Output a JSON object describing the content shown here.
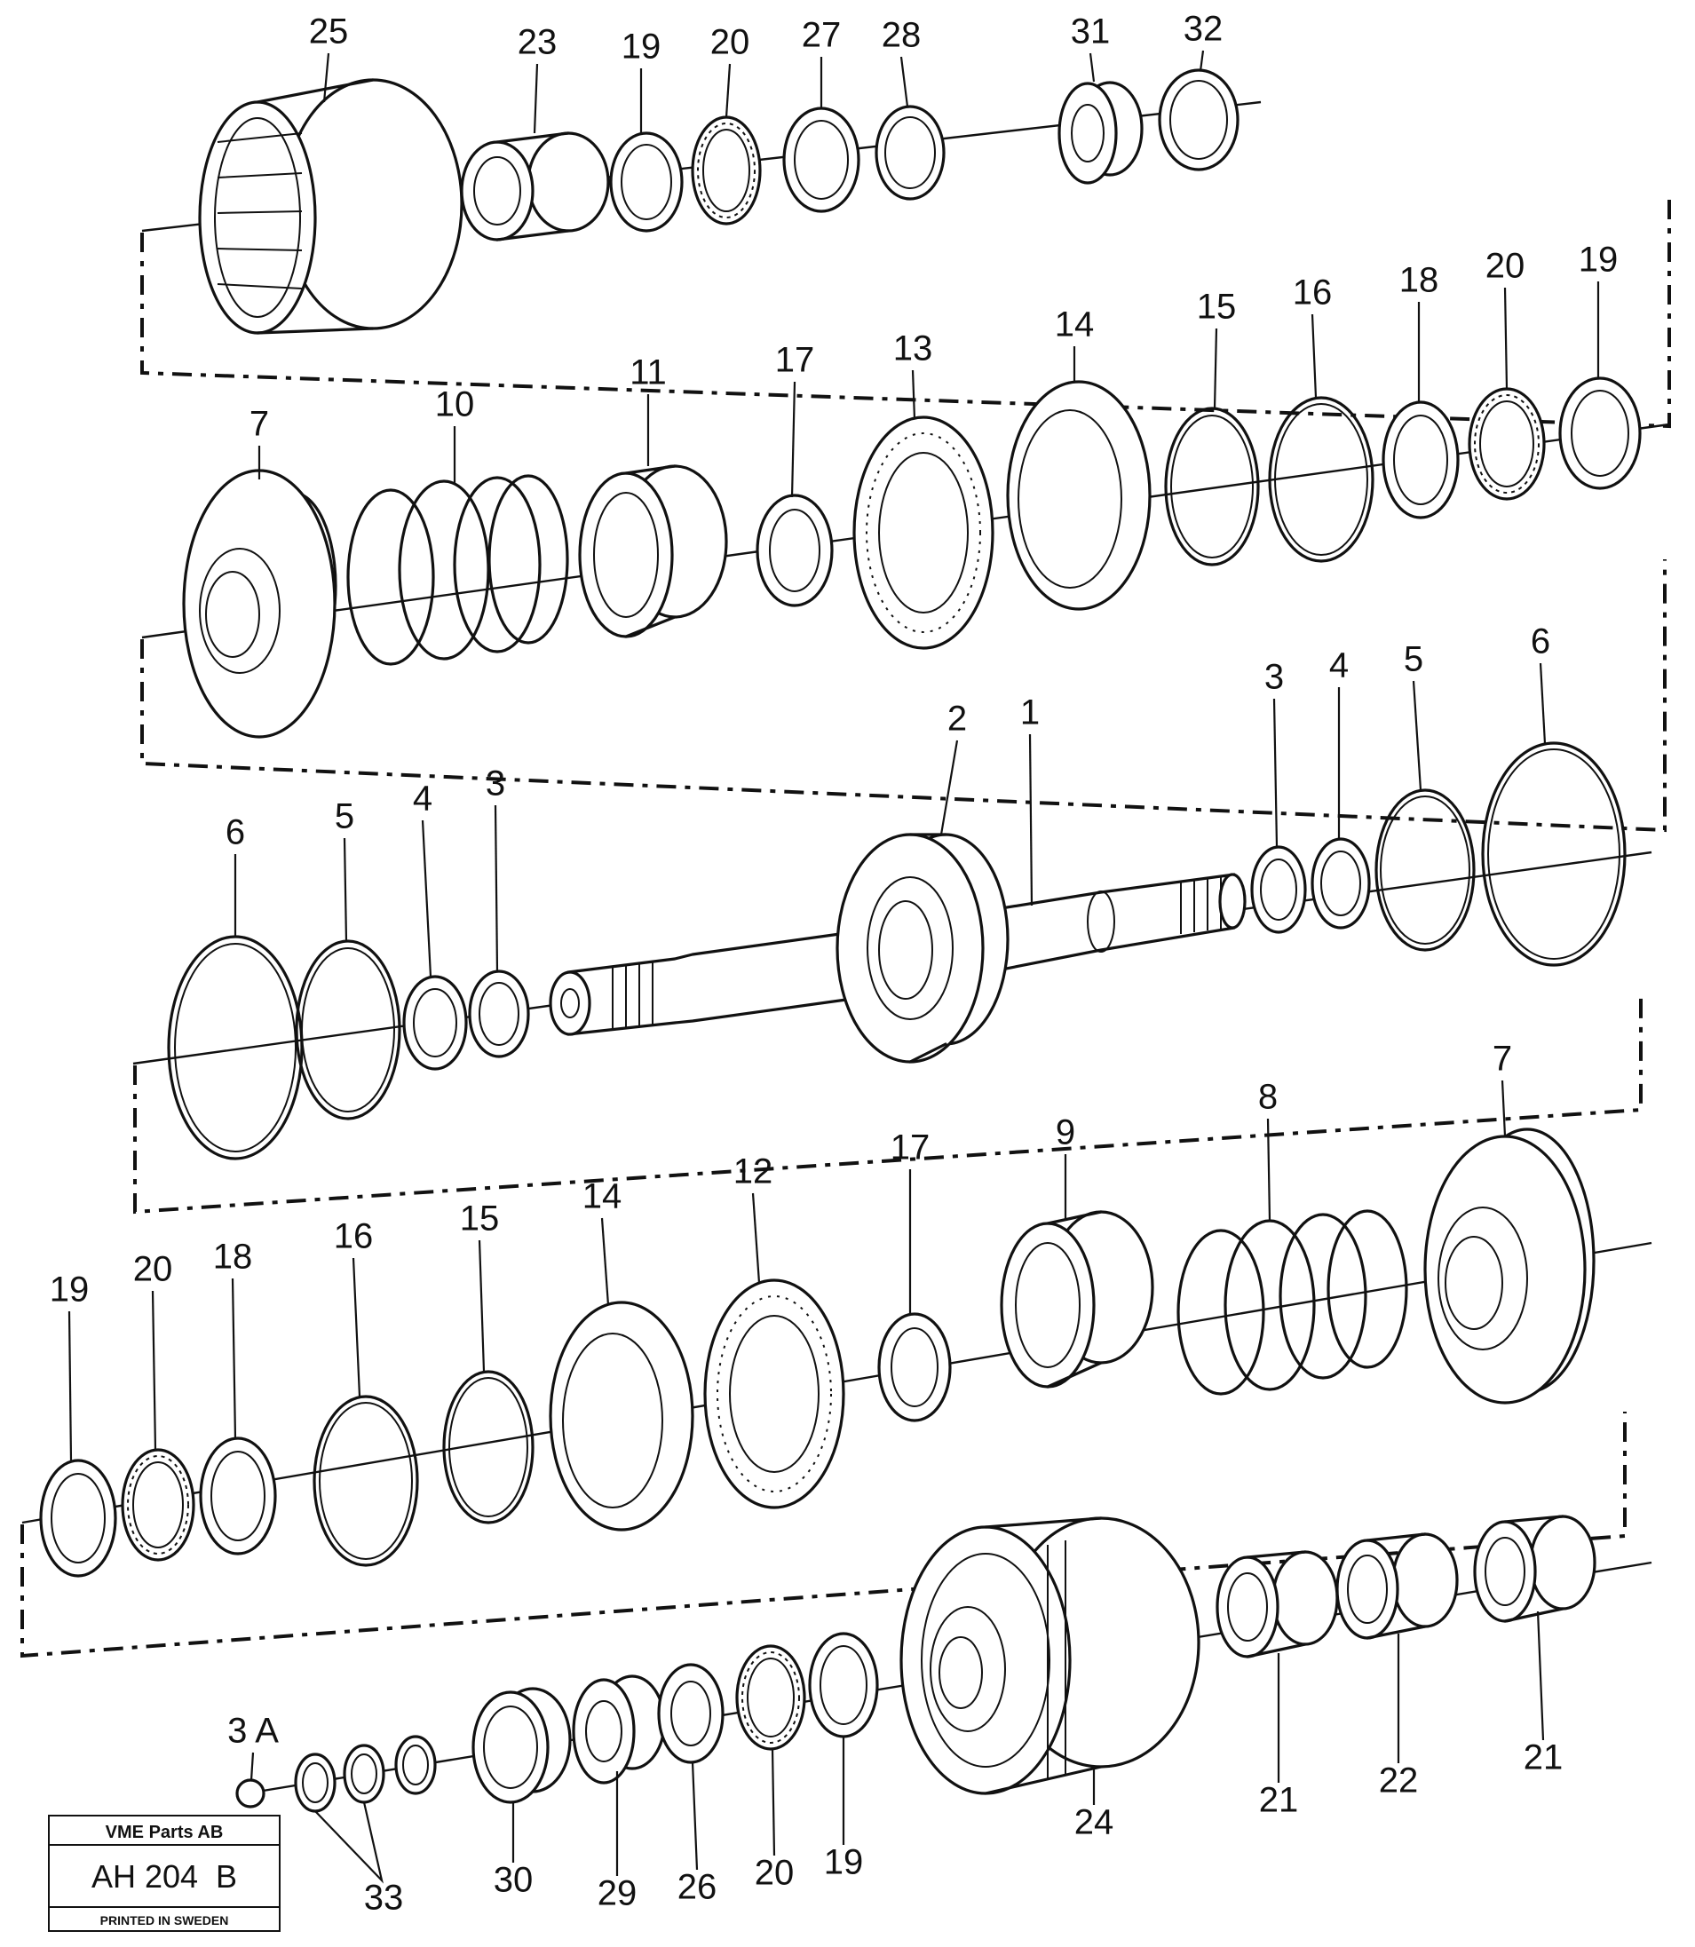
{
  "callouts": {
    "r1": [
      "25",
      "23",
      "19",
      "20",
      "27",
      "28",
      "31",
      "32"
    ],
    "r2": [
      "7",
      "10",
      "11",
      "17",
      "13",
      "14",
      "15",
      "16",
      "18",
      "20",
      "19"
    ],
    "r3": [
      "6",
      "5",
      "4",
      "3",
      "2",
      "1",
      "3",
      "4",
      "5",
      "6"
    ],
    "r4": [
      "19",
      "20",
      "18",
      "16",
      "15",
      "14",
      "12",
      "17",
      "9",
      "8",
      "7"
    ],
    "r5": [
      "3 A",
      "33",
      "30",
      "29",
      "26",
      "20",
      "19",
      "24",
      "21",
      "22",
      "21"
    ]
  },
  "title_block": {
    "company": "VME Parts AB",
    "drawing_number": "AH 204  B",
    "printed": "PRINTED IN SWEDEN"
  }
}
